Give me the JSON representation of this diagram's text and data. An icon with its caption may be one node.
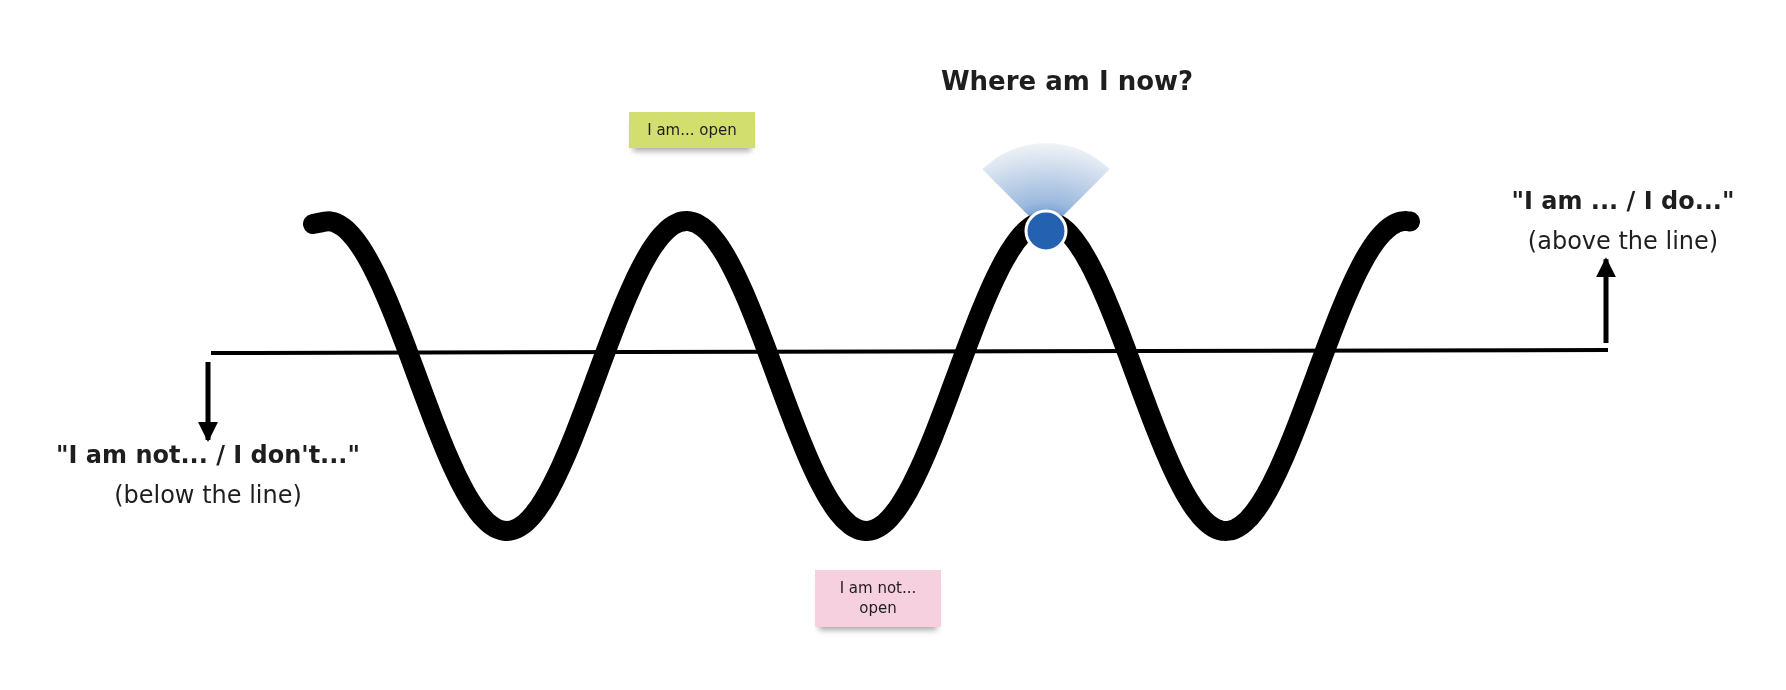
{
  "diagram": {
    "title": "Where am I now?",
    "nodes": [
      {
        "text": [
          "I am... open"
        ]
      },
      {
        "text": [
          "I am not... open"
        ]
      },
      {
        "text": [
          "\"I am not... / I don't...\"",
          "(below the line)"
        ]
      },
      {
        "text": [
          "\"I am ... / I do...\"",
          "(above the line)"
        ]
      }
    ],
    "edges": [
      {
        "from": null,
        "to": 2,
        "arrow": "to"
      },
      {
        "from": null,
        "to": 3,
        "arrow": "to"
      }
    ]
  }
}
